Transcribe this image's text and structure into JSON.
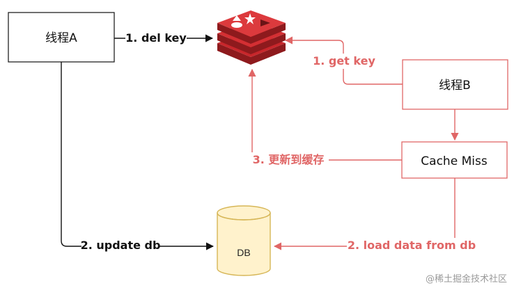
{
  "nodes": {
    "thread_a": "线程A",
    "thread_b": "线程B",
    "cache_miss": "Cache Miss",
    "db": "DB"
  },
  "edges": {
    "del_key": "1. del key",
    "get_key": "1. get key",
    "update_cache": "3. 更新到缓存",
    "update_db": "2. update db",
    "load_data": "2. load data from db"
  },
  "icons": {
    "cache": "redis-logo-icon",
    "database": "database-cylinder-icon"
  },
  "watermark": "@稀土掘金技术社区",
  "colors": {
    "red_flow": "#e06666",
    "black_flow": "#111111",
    "redis": "#c8262b",
    "db_fill": "#fff2cc",
    "db_stroke": "#d6b656"
  }
}
